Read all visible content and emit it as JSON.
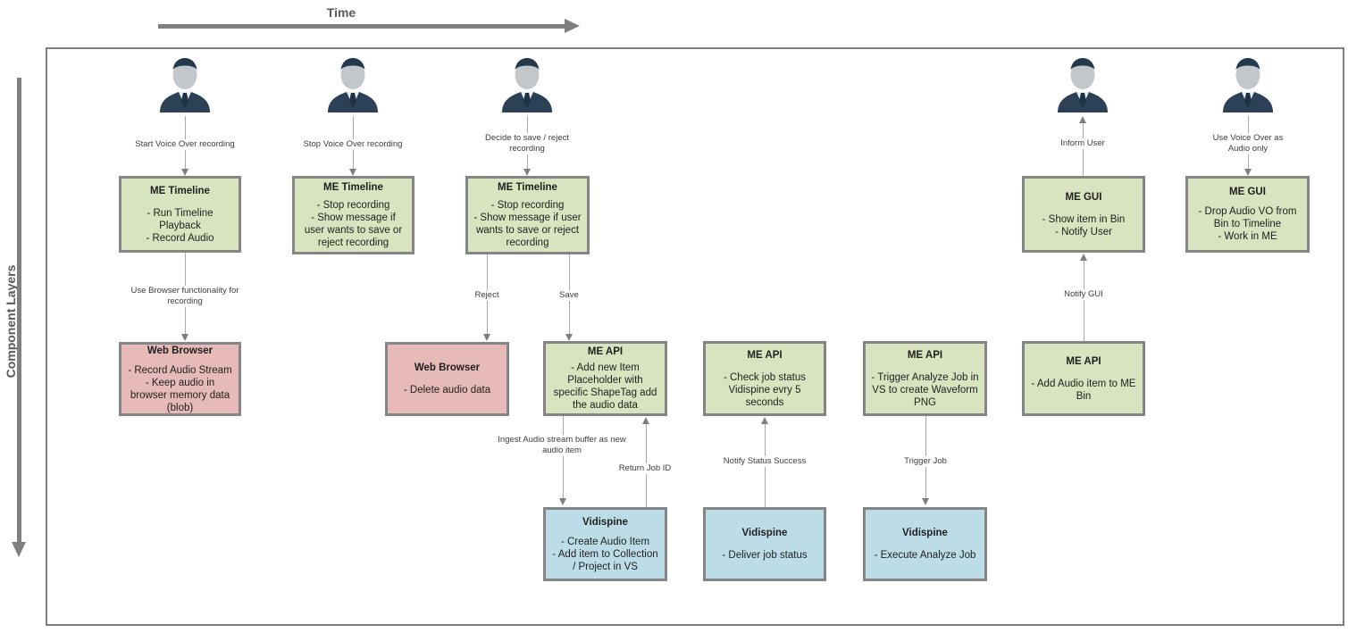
{
  "axes": {
    "time": "Time",
    "layers": "Component Layers"
  },
  "colors": {
    "green": "#d8e3bf",
    "pink": "#e5bab8",
    "blue": "#bcdde8",
    "border": "#858585",
    "line": "#a9a9a9",
    "head": "#7f7f7f",
    "axis": "#808080"
  },
  "labels": {
    "start_vo": "Start Voice Over recording",
    "stop_vo": "Stop Voice Over recording",
    "decide": "Decide to save / reject recording",
    "use_browser": "Use Browser functionality for recording",
    "reject": "Reject",
    "save": "Save",
    "ingest": "Ingest Audio stream buffer as new audio item",
    "return_job": "Return Job ID",
    "notify_status": "Notify Status Success",
    "trigger_job": "Trigger Job",
    "notify_gui": "Notify GUI",
    "inform_user": "Inform User",
    "use_vo": "Use Voice Over as Audio only"
  },
  "boxes": [
    {
      "title": "ME Timeline",
      "lines": [
        "- Run Timeline Playback",
        "- Record Audio"
      ]
    },
    {
      "title": "ME Timeline",
      "lines": [
        "- Stop recording",
        "- Show message if user wants to save or reject recording"
      ]
    },
    {
      "title": "ME Timeline",
      "lines": [
        "- Stop recording",
        "- Show message if user wants to save or reject recording"
      ]
    },
    {
      "title": "ME GUI",
      "lines": [
        "- Show item in Bin",
        "- Notify User"
      ]
    },
    {
      "title": "ME GUI",
      "lines": [
        "- Drop Audio VO from Bin to Timeline",
        "- Work in ME"
      ]
    },
    {
      "title": "Web Browser",
      "lines": [
        "- Record Audio Stream",
        "- Keep audio in browser memory data (blob)"
      ]
    },
    {
      "title": "Web Browser",
      "lines": [
        "- Delete audio data"
      ]
    },
    {
      "title": "ME API",
      "lines": [
        "- Add new Item Placeholder with specific ShapeTag  add the audio data"
      ]
    },
    {
      "title": "ME API",
      "lines": [
        "- Check job status Vidispine evry 5 seconds"
      ]
    },
    {
      "title": "ME API",
      "lines": [
        "- Trigger Analyze Job in VS to create Waveform PNG"
      ]
    },
    {
      "title": "ME API",
      "lines": [
        "- Add Audio item to ME Bin"
      ]
    },
    {
      "title": "Vidispine",
      "lines": [
        "- Create Audio Item",
        "- Add item to Collection / Project in VS"
      ]
    },
    {
      "title": "Vidispine",
      "lines": [
        "- Deliver job status"
      ]
    },
    {
      "title": "Vidispine",
      "lines": [
        "- Execute Analyze Job"
      ]
    }
  ]
}
